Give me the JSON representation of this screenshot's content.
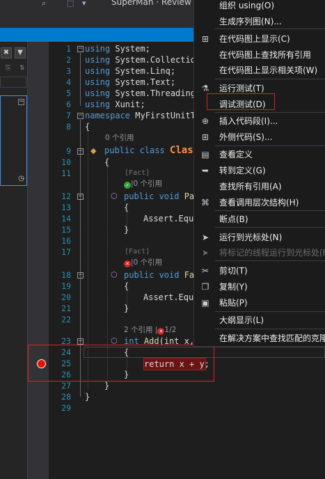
{
  "toolbar": {
    "title_text": "SuperMan · Review",
    "icons": [
      "search-icon",
      "dropdown-arrow-icon"
    ]
  },
  "left_panel": {
    "close_glyph": "✖",
    "filter_glyph": "▼",
    "minus_glyph": "−"
  },
  "editor": {
    "line_numbers": [
      "1",
      "2",
      "3",
      "4",
      "5",
      "6",
      "7",
      "8",
      "9",
      "10",
      "11",
      "12",
      "13",
      "14",
      "15",
      "16",
      "17",
      "18",
      "19",
      "20",
      "21",
      "22",
      "23",
      "24",
      "25",
      "26",
      "27",
      "28",
      "29"
    ],
    "usings": [
      {
        "kw": "using",
        "name": " System;"
      },
      {
        "kw": "using",
        "name": " System.Collectio"
      },
      {
        "kw": "using",
        "name": " System.Linq;"
      },
      {
        "kw": "using",
        "name": " System.Text;"
      },
      {
        "kw": "using",
        "name": " System.Threading"
      },
      {
        "kw": "using",
        "name": " Xunit;"
      }
    ],
    "namespace_kw": "namespace",
    "namespace_name": " MyFirstUnitT",
    "open_brace": "{",
    "close_brace": "}",
    "class_refs": "0 个引用",
    "class_kw": "public class ",
    "class_name": "Clas",
    "fact_attr": "[Fact]",
    "method1_lens": "|0 个引用",
    "method1_kw": "public void ",
    "method1_name": "Pa",
    "assert1": "Assert.Equ",
    "method2_lens": "|0 个引用",
    "method2_kw": "public void ",
    "method2_name": "Fa",
    "assert2": "Assert.Equ",
    "add_lens": "2 个引用 |",
    "add_lens_fail": "1/2",
    "add_kw": "int ",
    "add_name": "Add",
    "add_params": "(int x,",
    "return_line": "return x + y;"
  },
  "context_menu": {
    "items": [
      {
        "label": "组织 using(O)",
        "icon": "",
        "enabled": true
      },
      {
        "label": "生成序列图(N)...",
        "icon": "",
        "enabled": true
      },
      {
        "label": "在代码图上显示(C)",
        "icon": "code-map-icon",
        "enabled": true
      },
      {
        "label": "在代码图上查找所有引用",
        "icon": "",
        "enabled": true
      },
      {
        "label": "在代码图上显示相关项(W)",
        "icon": "",
        "enabled": true
      },
      {
        "label": "运行测试(T)",
        "icon": "run-test-icon",
        "enabled": true
      },
      {
        "label": "调试测试(D)",
        "icon": "",
        "enabled": true
      },
      {
        "label": "插入代码段(I)...",
        "icon": "insert-snippet-icon",
        "enabled": true
      },
      {
        "label": "外侧代码(S)...",
        "icon": "surround-with-icon",
        "enabled": true
      },
      {
        "label": "查看定义",
        "icon": "peek-definition-icon",
        "enabled": true
      },
      {
        "label": "转到定义(G)",
        "icon": "go-to-definition-icon",
        "enabled": true
      },
      {
        "label": "查找所有引用(A)",
        "icon": "",
        "enabled": true
      },
      {
        "label": "查看调用层次结构(H)",
        "icon": "call-hierarchy-icon",
        "enabled": true
      },
      {
        "label": "断点(B)",
        "icon": "",
        "enabled": true
      },
      {
        "label": "运行到光标处(N)",
        "icon": "run-to-cursor-icon",
        "enabled": true
      },
      {
        "label": "将标记的线程运行到光标处(F)",
        "icon": "run-flagged-threads-icon",
        "enabled": false
      },
      {
        "label": "剪切(T)",
        "icon": "cut-icon",
        "enabled": true
      },
      {
        "label": "复制(Y)",
        "icon": "copy-icon",
        "enabled": true
      },
      {
        "label": "粘贴(P)",
        "icon": "paste-icon",
        "enabled": true
      },
      {
        "label": "大纲显示(L)",
        "icon": "",
        "enabled": true
      },
      {
        "label": "在解决方案中查找匹配的克隆",
        "icon": "",
        "enabled": true
      }
    ]
  }
}
